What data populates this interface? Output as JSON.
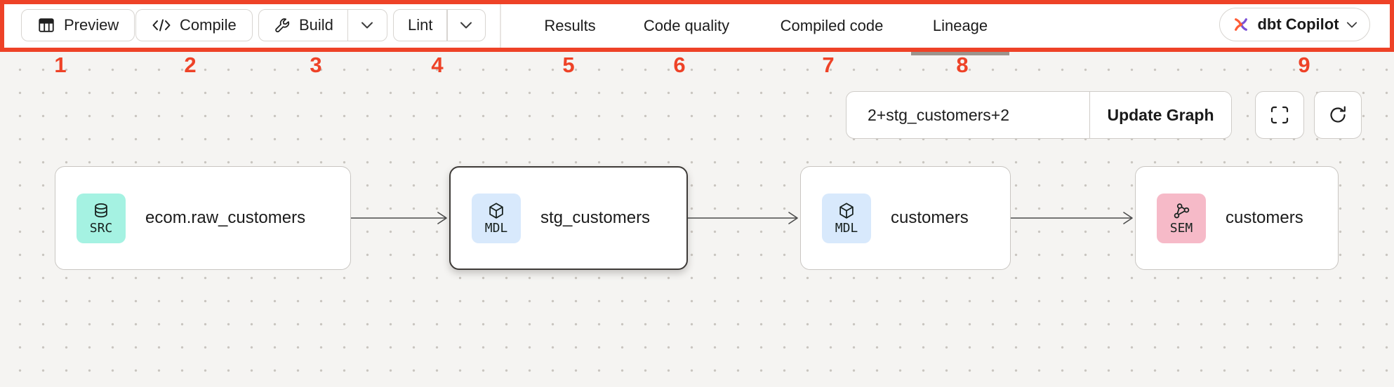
{
  "colors": {
    "annotation_red": "#EE4227",
    "canvas_bg": "#F5F4F2",
    "toolbar_bg": "#FFFFFF",
    "badge_src": "#A5F2E2",
    "badge_mdl": "#D8E9FC",
    "badge_sem": "#F6BAC8",
    "selected_node_border": "#3E3B38",
    "active_tab_underline": "#9C948D"
  },
  "toolbar": {
    "preview_label": "Preview",
    "compile_label": "Compile",
    "build_label": "Build",
    "lint_label": "Lint",
    "icons": [
      "table-icon",
      "code-icon",
      "wrench-icon",
      "chevron-down-icon",
      "dbt-logo-icon"
    ],
    "tabs": [
      {
        "label": "Results",
        "active": false
      },
      {
        "label": "Code quality",
        "active": false
      },
      {
        "label": "Compiled code",
        "active": false
      },
      {
        "label": "Lineage",
        "active": true
      }
    ],
    "copilot_label": "dbt Copilot"
  },
  "annotations": {
    "numbers": [
      "1",
      "2",
      "3",
      "4",
      "5",
      "6",
      "7",
      "8",
      "9"
    ]
  },
  "canvas": {
    "selector_value": "2+stg_customers+2",
    "update_button_label": "Update Graph",
    "control_icons": [
      "fullscreen-icon",
      "refresh-icon"
    ],
    "nodes": [
      {
        "badge": "SRC",
        "label": "ecom.raw_customers",
        "type": "source",
        "icon": "database-icon",
        "selected": false
      },
      {
        "badge": "MDL",
        "label": "stg_customers",
        "type": "model",
        "icon": "cube-icon",
        "selected": true
      },
      {
        "badge": "MDL",
        "label": "customers",
        "type": "model",
        "icon": "cube-icon",
        "selected": false
      },
      {
        "badge": "SEM",
        "label": "customers",
        "type": "semantic",
        "icon": "network-icon",
        "selected": false
      }
    ]
  }
}
